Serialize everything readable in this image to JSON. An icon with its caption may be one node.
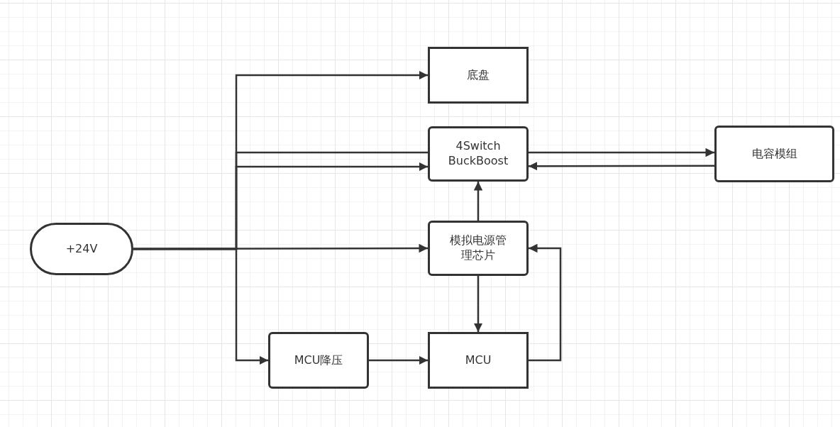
{
  "diagram": {
    "nodes": [
      {
        "text": [
          "+24V"
        ]
      },
      {
        "text": [
          "底盘"
        ]
      },
      {
        "text": [
          "4Switch BuckBoost"
        ]
      },
      {
        "text": [
          "电容模组"
        ]
      },
      {
        "text": [
          "模拟电源管理芯片"
        ]
      },
      {
        "text": [
          "MCU降压"
        ]
      },
      {
        "text": [
          "MCU"
        ]
      }
    ],
    "edges": [
      {
        "from": 0,
        "to": 1,
        "arrow": "to"
      },
      {
        "from": 0,
        "to": 2,
        "arrow": "none"
      },
      {
        "from": 0,
        "to": 2,
        "arrow": "to"
      },
      {
        "from": 0,
        "to": 4,
        "arrow": "to"
      },
      {
        "from": 0,
        "to": 5,
        "arrow": "to"
      },
      {
        "from": 2,
        "to": 3,
        "arrow": "to"
      },
      {
        "from": 3,
        "to": 2,
        "arrow": "to"
      },
      {
        "from": 4,
        "to": 2,
        "arrow": "to"
      },
      {
        "from": 4,
        "to": 6,
        "arrow": "to"
      },
      {
        "from": 5,
        "to": 6,
        "arrow": "to"
      },
      {
        "from": 6,
        "to": 4,
        "arrow": "to"
      }
    ]
  }
}
